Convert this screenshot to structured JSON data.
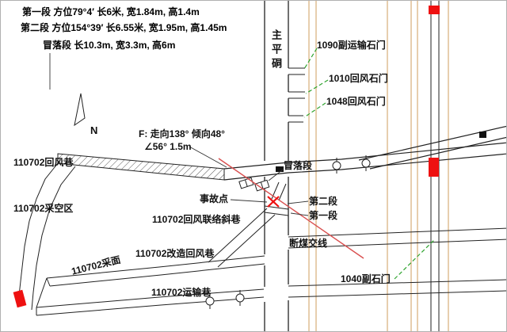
{
  "annotations": {
    "line1": "第一段 方位79°4′ 长6米, 宽1.84m, 高1.4m",
    "line2": "第二段 方位154°39′ 长6.55米, 宽1.95m, 高1.45m",
    "line3": "冒落段 长10.3m, 宽3.3m, 高6m"
  },
  "compass": {
    "label": "N"
  },
  "labels": {
    "main_adit": "主平硐",
    "crosscut_1090": "1090副运输石门",
    "crosscut_1010": "1010回风石门",
    "crosscut_1048": "1048回风石门",
    "crosscut_1040": "1040副石门",
    "fault_info": "F: 走向138° 倾向48°",
    "fault_angle": "∠56° 1.5m",
    "return_airway": "110702回风巷",
    "collapse_section": "冒落段",
    "accident_point": "事故点",
    "second_section": "第二段",
    "first_section": "第一段",
    "goaf": "110702采空区",
    "connecting_incline": "110702回风联络斜巷",
    "coal_break_line": "断煤交线",
    "rebuilt_return_airway": "110702改造回风巷",
    "working_face": "110702采面",
    "transport_roadway": "110702运输巷"
  },
  "colors": {
    "tunnel_line": "#222222",
    "survey_line": "#cf9d5e",
    "marker_red": "#ee1111",
    "fault_red": "#d94f4f",
    "leader_green": "#2fa42f"
  }
}
